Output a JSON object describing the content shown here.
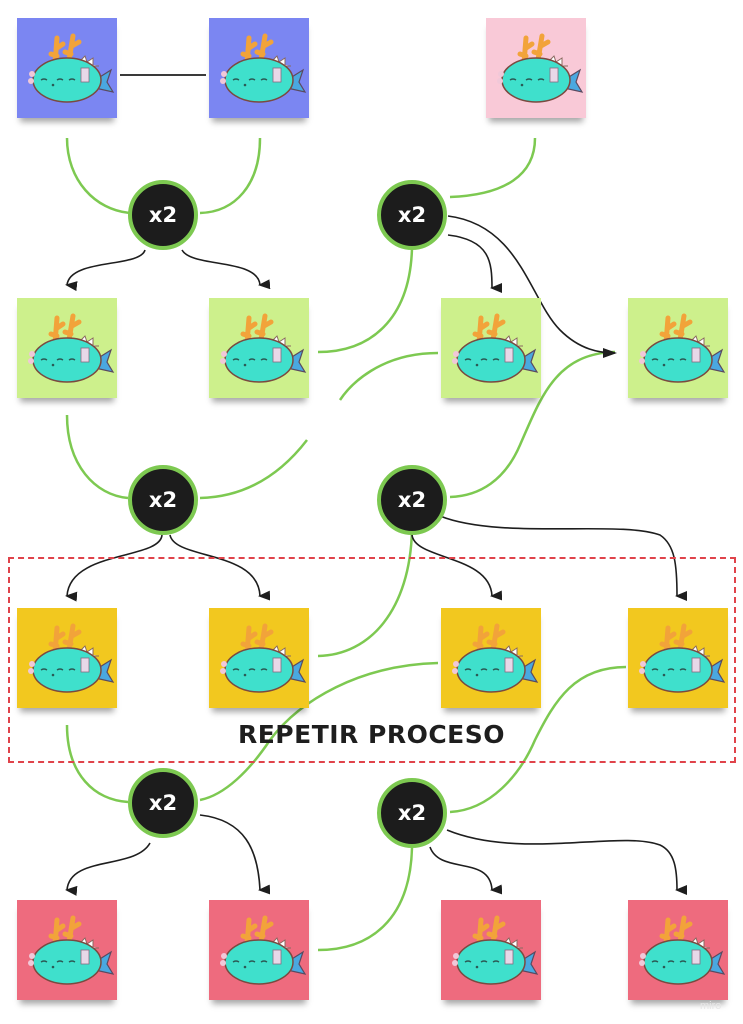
{
  "diagram": {
    "title": "REPETIR PROCESO",
    "node_label": "x2",
    "watermark": "miro",
    "colors": {
      "parent": "#7b86f2",
      "parent_alt": "#f9c9d7",
      "gen1": "#cdf08c",
      "gen2": "#f2c81f",
      "gen3": "#ee6b7e",
      "connector_green": "#7dc951",
      "arrow": "#1e1e1e",
      "dashed_box": "#e0434a",
      "node_fill": "#1c1c1c"
    },
    "cards": [
      {
        "id": "p1",
        "row": 0,
        "generation": "parent",
        "color": "#7b86f2"
      },
      {
        "id": "p2",
        "row": 0,
        "generation": "parent",
        "color": "#7b86f2"
      },
      {
        "id": "p3",
        "row": 0,
        "generation": "parent",
        "color": "#f9c9d7"
      },
      {
        "id": "g1a",
        "row": 1,
        "generation": "gen1",
        "color": "#cdf08c"
      },
      {
        "id": "g1b",
        "row": 1,
        "generation": "gen1",
        "color": "#cdf08c"
      },
      {
        "id": "g1c",
        "row": 1,
        "generation": "gen1",
        "color": "#cdf08c"
      },
      {
        "id": "g1d",
        "row": 1,
        "generation": "gen1",
        "color": "#cdf08c"
      },
      {
        "id": "g2a",
        "row": 2,
        "generation": "gen2",
        "color": "#f2c81f"
      },
      {
        "id": "g2b",
        "row": 2,
        "generation": "gen2",
        "color": "#f2c81f"
      },
      {
        "id": "g2c",
        "row": 2,
        "generation": "gen2",
        "color": "#f2c81f"
      },
      {
        "id": "g2d",
        "row": 2,
        "generation": "gen2",
        "color": "#f2c81f"
      },
      {
        "id": "g3a",
        "row": 3,
        "generation": "gen3",
        "color": "#ee6b7e"
      },
      {
        "id": "g3b",
        "row": 3,
        "generation": "gen3",
        "color": "#ee6b7e"
      },
      {
        "id": "g3c",
        "row": 3,
        "generation": "gen3",
        "color": "#ee6b7e"
      },
      {
        "id": "g3d",
        "row": 3,
        "generation": "gen3",
        "color": "#ee6b7e"
      }
    ],
    "nodes": [
      {
        "id": "n1",
        "label": "x2",
        "inputs": [
          "p1",
          "p2"
        ],
        "outputs": [
          "g1a",
          "g1b"
        ]
      },
      {
        "id": "n2",
        "label": "x2",
        "inputs": [
          "p3",
          "g1b"
        ],
        "outputs": [
          "g1c",
          "g1d"
        ]
      },
      {
        "id": "n3",
        "label": "x2",
        "inputs": [
          "g1a",
          "g1c"
        ],
        "outputs": [
          "g2a",
          "g2b"
        ]
      },
      {
        "id": "n4",
        "label": "x2",
        "inputs": [
          "g1d",
          "g2b"
        ],
        "outputs": [
          "g2c",
          "g2d"
        ]
      },
      {
        "id": "n5",
        "label": "x2",
        "inputs": [
          "g2a",
          "g2c"
        ],
        "outputs": [
          "g3a",
          "g3b"
        ]
      },
      {
        "id": "n6",
        "label": "x2",
        "inputs": [
          "g2d",
          "g3b"
        ],
        "outputs": [
          "g3c",
          "g3d"
        ]
      }
    ]
  }
}
